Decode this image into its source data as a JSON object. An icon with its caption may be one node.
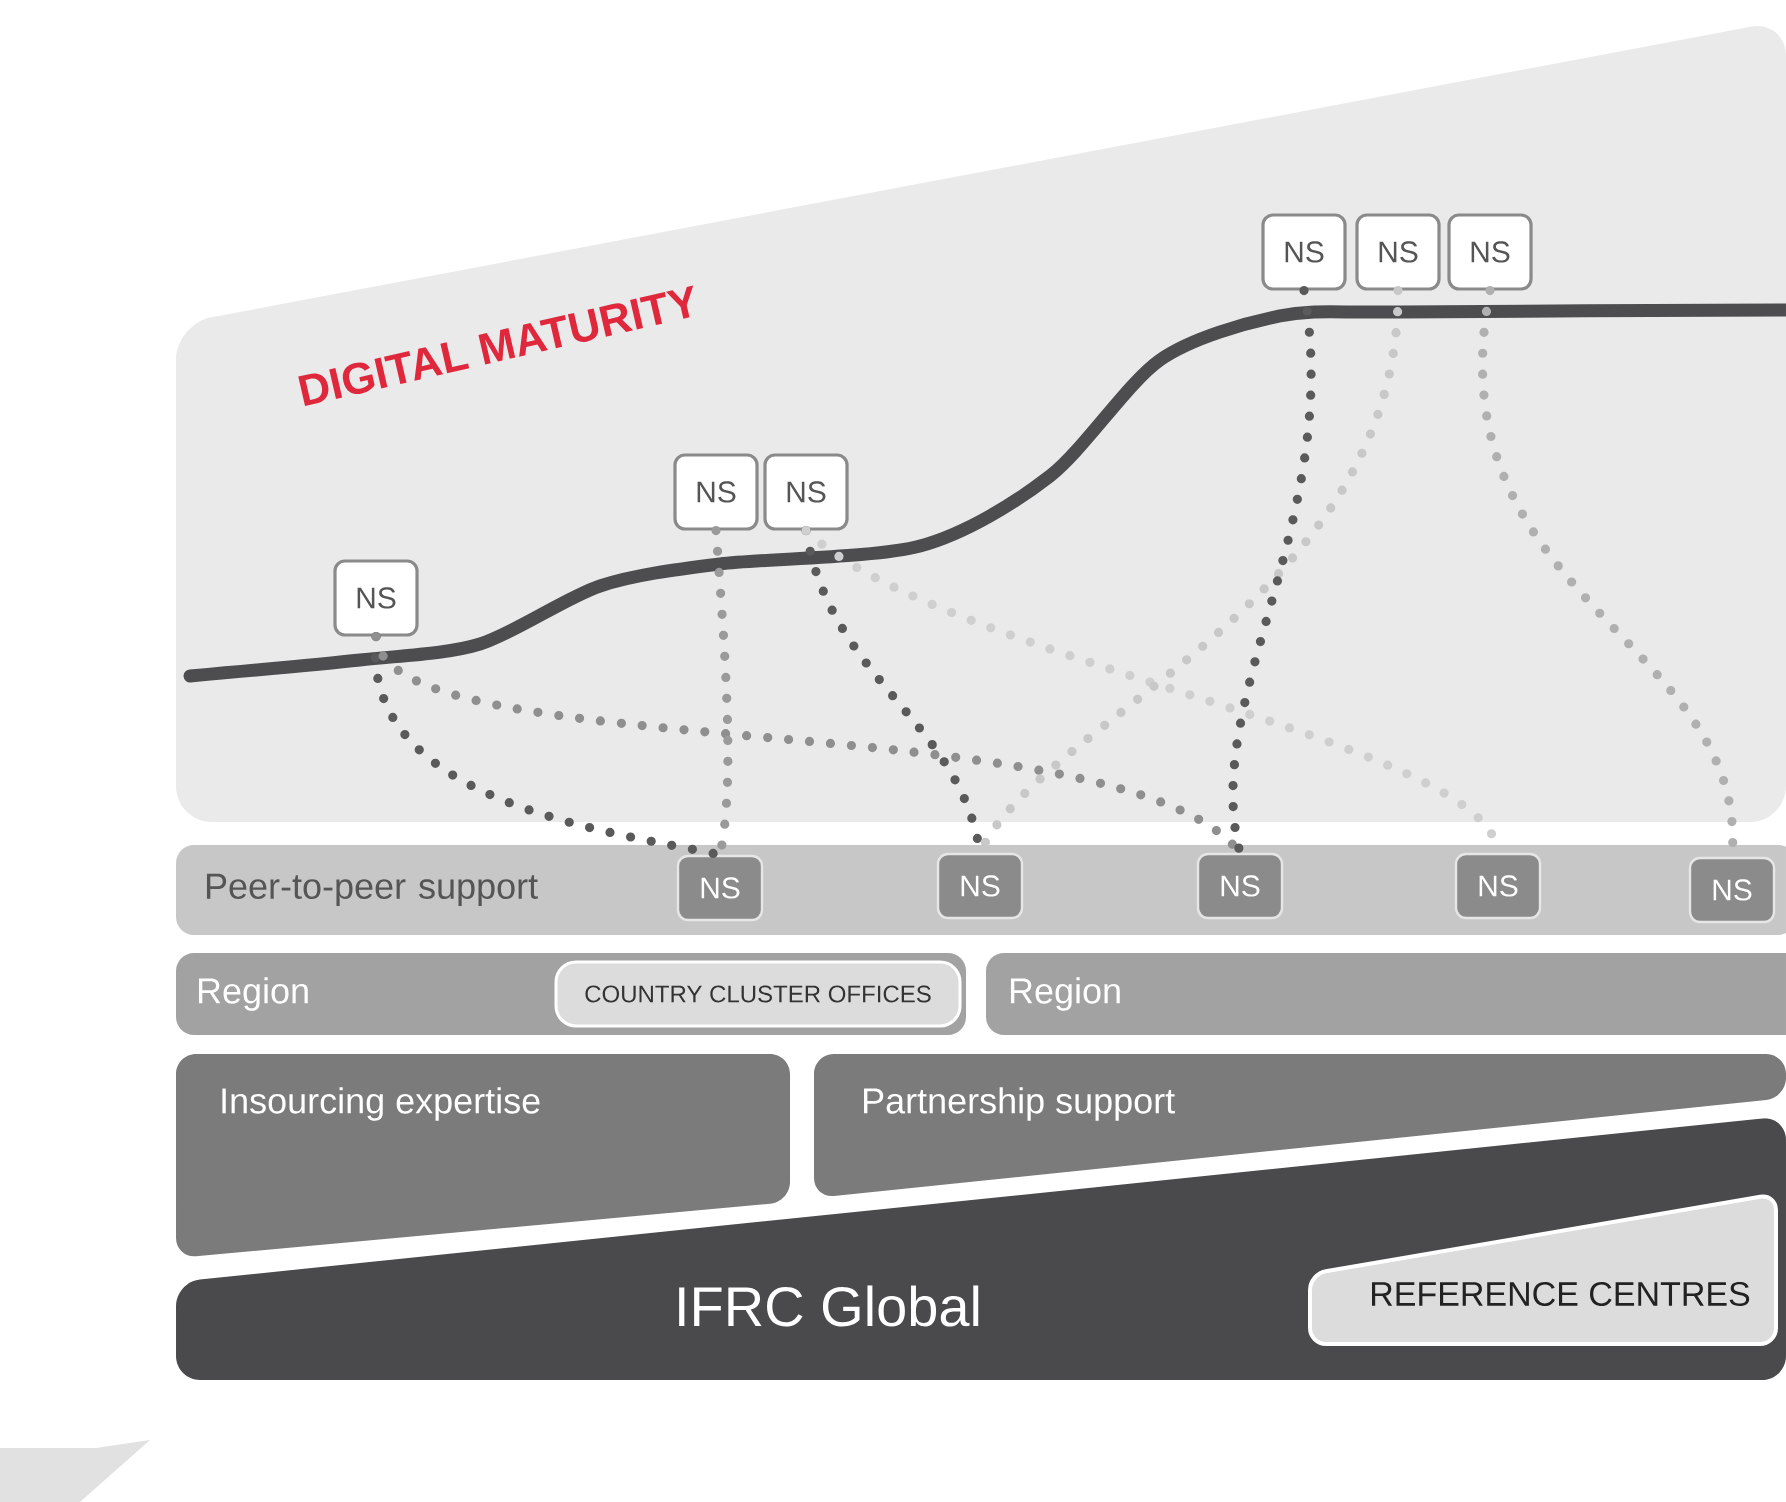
{
  "diagram": {
    "nodes": [
      {
        "text": [
          "DIGITAL MATURITY"
        ]
      },
      {
        "text": [
          "NS"
        ],
        "in": 0
      },
      {
        "text": [
          "NS"
        ],
        "in": 0
      },
      {
        "text": [
          "NS"
        ],
        "in": 0
      },
      {
        "text": [
          "NS"
        ],
        "in": 0
      },
      {
        "text": [
          "NS"
        ],
        "in": 0
      },
      {
        "text": [
          "NS"
        ],
        "in": 0
      },
      {
        "text": [
          "Peer-to-peer support"
        ]
      },
      {
        "text": [
          "NS"
        ],
        "in": 7
      },
      {
        "text": [
          "NS"
        ],
        "in": 7
      },
      {
        "text": [
          "NS"
        ],
        "in": 7
      },
      {
        "text": [
          "NS"
        ],
        "in": 7
      },
      {
        "text": [
          "NS"
        ],
        "in": 7
      },
      {
        "text": [
          "Region"
        ]
      },
      {
        "text": [
          "COUNTRY CLUSTER OFFICES"
        ],
        "in": 13
      },
      {
        "text": [
          "Region"
        ]
      },
      {
        "text": [
          "Insourcing expertise"
        ]
      },
      {
        "text": [
          "Partnership support"
        ]
      },
      {
        "text": [
          "IFRC Global"
        ]
      },
      {
        "text": [
          "REFERENCE CENTRES"
        ],
        "in": 18
      }
    ],
    "edges": [
      {
        "from": 1,
        "to": 8,
        "arrow": "none",
        "color": "#5a5a5a"
      },
      {
        "from": 1,
        "to": 10,
        "arrow": "none",
        "color": "#8f8f8f"
      },
      {
        "from": 2,
        "to": 8,
        "arrow": "none",
        "color": "#9a9a9a"
      },
      {
        "from": 3,
        "to": 9,
        "arrow": "none",
        "color": "#5a5a5a"
      },
      {
        "from": 3,
        "to": 11,
        "arrow": "none",
        "color": "#cfcfcf"
      },
      {
        "from": 5,
        "to": 9,
        "arrow": "none",
        "color": "#c8c8c8"
      },
      {
        "from": 4,
        "to": 10,
        "arrow": "none",
        "color": "#5a5a5a"
      },
      {
        "from": 6,
        "to": 12,
        "arrow": "none",
        "color": "#b0b0b0"
      }
    ]
  }
}
